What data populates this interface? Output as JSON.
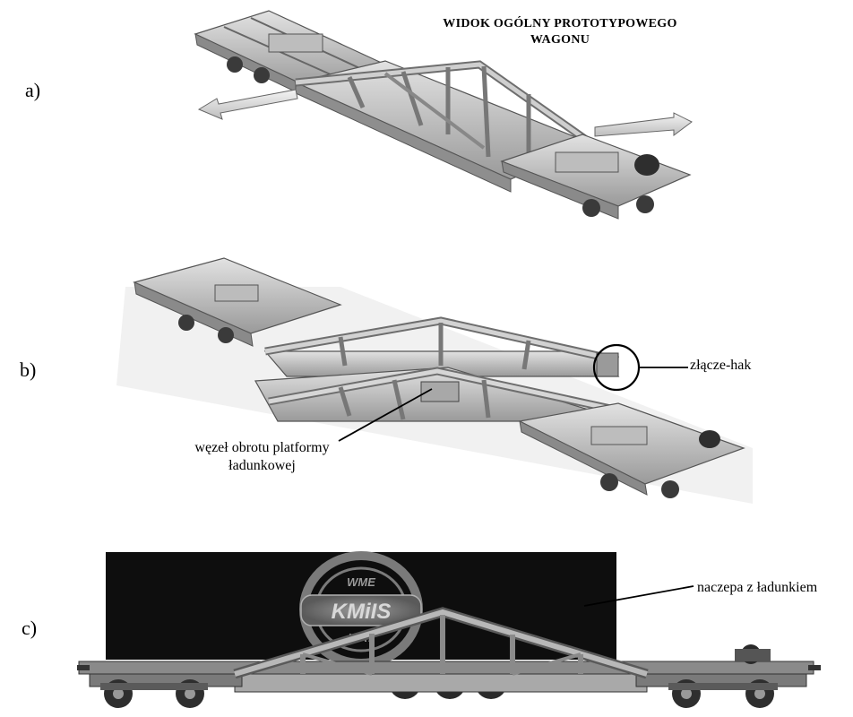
{
  "title": "WIDOK OGÓLNY PROTOTYPOWEGO WAGONU",
  "panels": [
    {
      "letter": "a)"
    },
    {
      "letter": "b)"
    },
    {
      "letter": "c)"
    }
  ],
  "callouts": {
    "hook_joint": "złącze-hak",
    "rotation_node": "węzeł obrotu platformy ładunkowej",
    "semitrailer": "naczepa z ładunkiem"
  },
  "logo": {
    "top_text": "WME",
    "center_text": "KMiIS",
    "bottom_text": "WAT"
  },
  "colors": {
    "steel_light": "#c8c8c8",
    "steel_mid": "#8c8c8c",
    "steel_dark": "#3a3a3a",
    "trailer_black": "#0e0e0e"
  }
}
